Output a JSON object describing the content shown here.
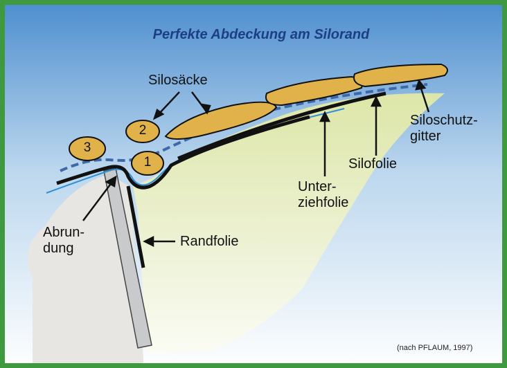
{
  "title": "Perfekte Abdeckung am Silorand",
  "labels": {
    "silosaecke": "Silosäcke",
    "siloschutzgitter": [
      "Siloschutz-",
      "gitter"
    ],
    "silofolie": "Silofolie",
    "unterziehfolie": [
      "Unter-",
      "ziehfolie"
    ],
    "abrundung": [
      "Abrun-",
      "dung"
    ],
    "randfolie": "Randfolie"
  },
  "bag_numbers": [
    "1",
    "2",
    "3"
  ],
  "source": "(nach PFLAUM, 1997)",
  "colors": {
    "frame": "#3f9a3f",
    "title": "#1c3f83",
    "sky_top": "#4f8fcf",
    "bag_fill": "#e2b24a",
    "silage": "#e4ebc6",
    "wall": "#c8cacb",
    "mesh": "#3f68a8",
    "foil": "#111111"
  }
}
